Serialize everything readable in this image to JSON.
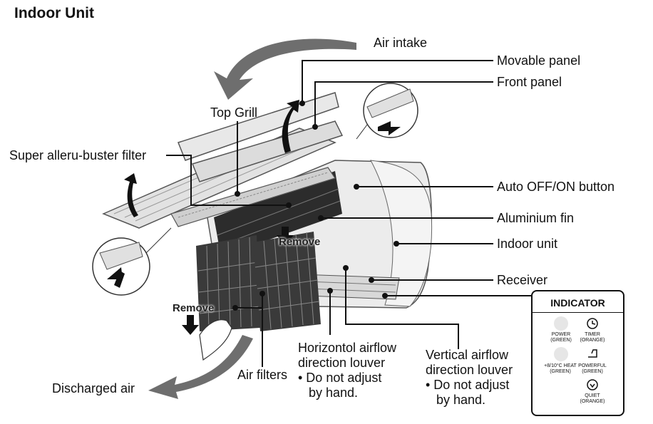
{
  "title": "Indoor Unit",
  "labels": {
    "air_intake": "Air intake",
    "movable_panel": "Movable panel",
    "front_panel": "Front panel",
    "top_grill": "Top Grill",
    "super_filter": "Super alleru-buster filter",
    "auto_button": "Auto OFF/ON button",
    "aluminium_fin": "Aluminium fin",
    "indoor_unit": "Indoor unit",
    "receiver": "Receiver",
    "remove_upper": "Remove",
    "remove_lower": "Remove",
    "horizontal_louver_1": "Horizontol airflow",
    "horizontal_louver_2": "direction louver",
    "horizontal_note_1": "• Do not adjust",
    "horizontal_note_2": "by hand.",
    "vertical_louver_1": "Vertical airflow",
    "vertical_louver_2": "direction louver",
    "vertical_note_1": "• Do not adjust",
    "vertical_note_2": "by hand.",
    "air_filters": "Air filters",
    "discharged_air": "Discharged air"
  },
  "indicator": {
    "title": "INDICATOR",
    "power": "POWER",
    "power_color": "(GREEN)",
    "timer": "TIMER",
    "timer_color": "(ORANGE)",
    "heat": "+8/10°C HEAT",
    "heat_color": "(GREEN)",
    "powerful": "POWERFUL",
    "powerful_color": "(GREEN)",
    "quiet": "QUIET",
    "quiet_color": "(ORANGE)"
  },
  "colors": {
    "arrow_gray": "#6e6e6e",
    "line": "#111111",
    "unit_fill": "#ececec",
    "filter_dark": "#3a3a3a"
  }
}
